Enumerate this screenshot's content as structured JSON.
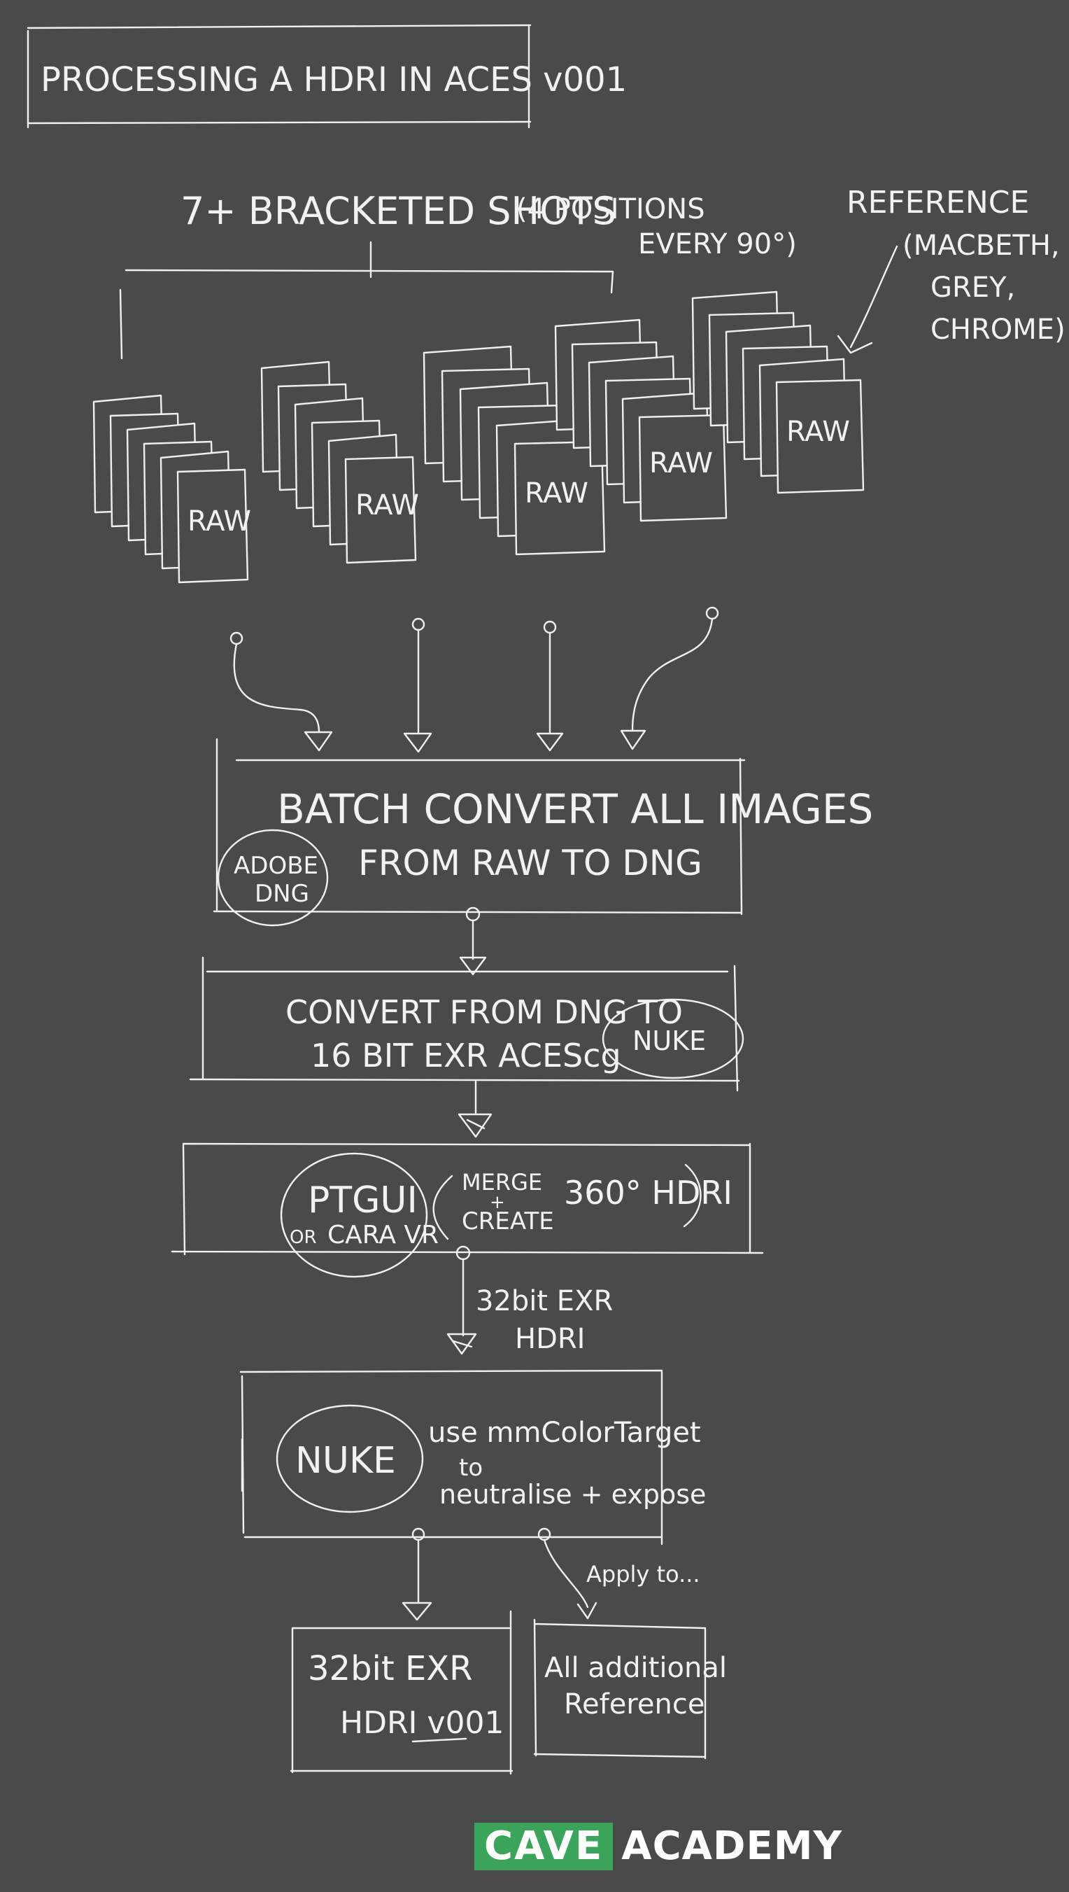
{
  "title": "PROCESSING A HDRI IN ACES v001",
  "brackets": {
    "line1": "7+ BRACKETED SHOTS",
    "line2a": "(4 POSITIONS",
    "line2b": "EVERY 90°)"
  },
  "reference": {
    "line1": "REFERENCE",
    "line2": "(MACBETH,",
    "line3": "GREY,",
    "line4": "CHROME)"
  },
  "raw_label": "RAW",
  "step1": {
    "line1": "BATCH CONVERT ALL IMAGES",
    "line2": "FROM RAW TO DNG",
    "tool_line1": "ADOBE",
    "tool_line2": "DNG"
  },
  "step2": {
    "line1": "CONVERT FROM DNG TO",
    "line2": "16 BIT EXR ACEScg",
    "tool": "NUKE"
  },
  "step3": {
    "tool_line1": "PTGUI",
    "tool_line2_prefix": "OR",
    "tool_line2": "CARA VR",
    "merge_line1": "MERGE",
    "merge_plus": "+",
    "merge_line2": "CREATE",
    "result": "360° HDRI"
  },
  "intermediate": {
    "line1": "32bit EXR",
    "line2": "HDRI"
  },
  "step4": {
    "tool": "NUKE",
    "line1": "use mmColorTarget",
    "line2": "to",
    "line3": "neutralise + expose"
  },
  "apply_label": "Apply to...",
  "output1": {
    "line1": "32bit EXR",
    "line2": "HDRI v001"
  },
  "output2": {
    "line1": "All additional",
    "line2": "Reference"
  },
  "logo": {
    "box_text": "CAVE",
    "text": "ACADEMY",
    "box_color": "#3aa55a"
  }
}
